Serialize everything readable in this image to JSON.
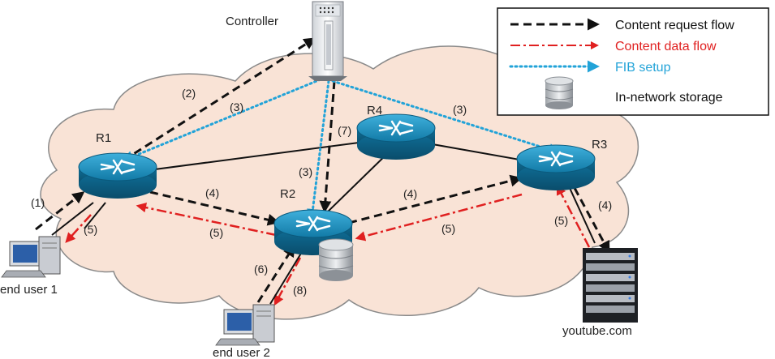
{
  "title": "",
  "controller_label": "Controller",
  "routers": {
    "r1": "R1",
    "r2": "R2",
    "r3": "R3",
    "r4": "R4"
  },
  "endpoints": {
    "end_user_1": "end user 1",
    "end_user_2": "end user 2",
    "youtube": "youtube.com"
  },
  "edge_labels": {
    "l1": "(1)",
    "l2": "(2)",
    "l3a": "(3)",
    "l3b": "(3)",
    "l3c": "(3)",
    "l4a": "(4)",
    "l4b": "(4)",
    "l4c": "(4)",
    "l5a": "(5)",
    "l5b": "(5)",
    "l5c": "(5)",
    "l5d": "(5)",
    "l6": "(6)",
    "l7": "(7)",
    "l8": "(8)"
  },
  "legend": {
    "request": "Content request flow",
    "data": "Content data flow",
    "fib": "FIB setup",
    "storage": "In-network storage"
  },
  "colors": {
    "request": "#111111",
    "data": "#e02020",
    "fib": "#22a3d8",
    "cloud": "#f9e3d6",
    "router": "#1b88b5"
  }
}
